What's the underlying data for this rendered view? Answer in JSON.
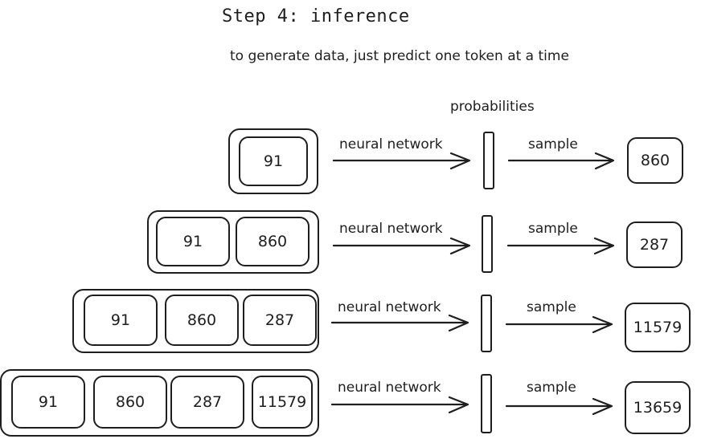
{
  "title": "Step 4: inference",
  "subtitle": "to generate data, just predict one token at a time",
  "probabilities_label": "probabilities",
  "rows": [
    {
      "inputs": [
        "91"
      ],
      "network_label": "neural network",
      "sample_label": "sample",
      "output": "860"
    },
    {
      "inputs": [
        "91",
        "860"
      ],
      "network_label": "neural network",
      "sample_label": "sample",
      "output": "287"
    },
    {
      "inputs": [
        "91",
        "860",
        "287"
      ],
      "network_label": "neural network",
      "sample_label": "sample",
      "output": "11579"
    },
    {
      "inputs": [
        "91",
        "860",
        "287",
        "11579"
      ],
      "network_label": "neural network",
      "sample_label": "sample",
      "output": "13659"
    }
  ]
}
